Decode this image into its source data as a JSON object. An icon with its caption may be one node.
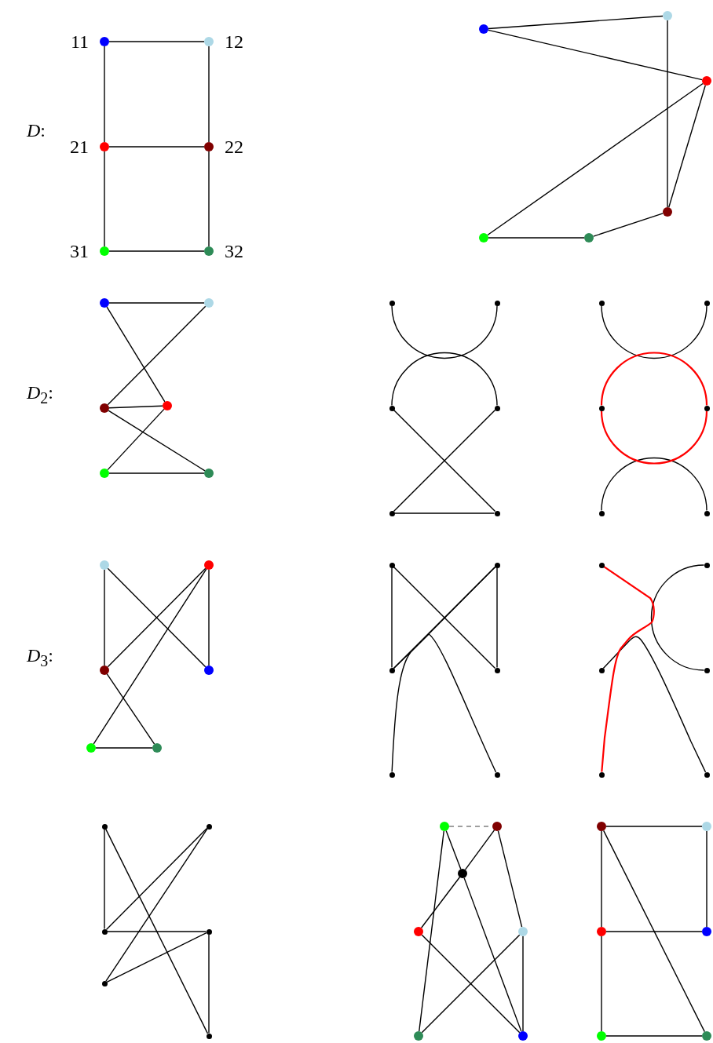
{
  "diagram": {
    "nodes": [
      {
        "text": [],
        "shape": "circle",
        "beside": [
          "11"
        ]
      },
      {
        "text": [],
        "shape": "circle",
        "beside": [
          "12"
        ]
      },
      {
        "text": [],
        "shape": "circle",
        "beside": [
          "21"
        ]
      },
      {
        "text": [],
        "shape": "circle",
        "beside": [
          "22"
        ]
      },
      {
        "text": [],
        "shape": "circle",
        "beside": [
          "31"
        ]
      },
      {
        "text": [],
        "shape": "circle",
        "beside": [
          "32"
        ]
      },
      {
        "text": [],
        "shape": "circle"
      },
      {
        "text": [],
        "shape": "circle"
      },
      {
        "text": [],
        "shape": "circle"
      },
      {
        "text": [],
        "shape": "circle"
      },
      {
        "text": [],
        "shape": "circle"
      },
      {
        "text": [],
        "shape": "circle"
      },
      {
        "text": [],
        "shape": "circle"
      },
      {
        "text": [],
        "shape": "circle"
      },
      {
        "text": [],
        "shape": "circle"
      },
      {
        "text": [],
        "shape": "circle"
      },
      {
        "text": [],
        "shape": "circle"
      },
      {
        "text": [],
        "shape": "circle"
      },
      {
        "text": [],
        "shape": "circle"
      },
      {
        "text": [],
        "shape": "circle"
      },
      {
        "text": [],
        "shape": "circle"
      },
      {
        "text": [],
        "shape": "circle"
      },
      {
        "text": [],
        "shape": "circle"
      },
      {
        "text": [],
        "shape": "circle"
      },
      {
        "text": [],
        "shape": "circle"
      },
      {
        "text": [],
        "shape": "circle"
      },
      {
        "text": [],
        "shape": "circle"
      },
      {
        "text": [],
        "shape": "circle"
      },
      {
        "text": [],
        "shape": "circle"
      },
      {
        "text": [],
        "shape": "circle"
      },
      {
        "text": [],
        "shape": "circle"
      },
      {
        "text": [],
        "shape": "circle"
      },
      {
        "text": [],
        "shape": "circle"
      },
      {
        "text": [],
        "shape": "circle"
      },
      {
        "text": [],
        "shape": "circle"
      },
      {
        "text": [],
        "shape": "circle"
      },
      {
        "text": [],
        "shape": "circle"
      },
      {
        "text": [],
        "shape": "circle"
      },
      {
        "text": [],
        "shape": "circle"
      },
      {
        "text": [],
        "shape": "circle"
      },
      {
        "text": [],
        "shape": "circle"
      },
      {
        "text": [],
        "shape": "circle"
      },
      {
        "text": [],
        "shape": "circle"
      },
      {
        "text": [],
        "shape": "circle"
      },
      {
        "text": [],
        "shape": "circle"
      },
      {
        "text": [],
        "shape": "circle"
      },
      {
        "text": [],
        "shape": "circle"
      },
      {
        "text": [],
        "shape": "circle"
      },
      {
        "text": [],
        "shape": "circle"
      },
      {
        "text": [],
        "shape": "circle"
      },
      {
        "text": [],
        "shape": "circle"
      },
      {
        "text": [],
        "shape": "circle"
      },
      {
        "text": [],
        "shape": "circle"
      },
      {
        "text": [],
        "shape": "circle"
      },
      {
        "text": [],
        "shape": "circle"
      },
      {
        "text": [],
        "shape": "circle"
      },
      {
        "text": [],
        "shape": "circle"
      },
      {
        "text": [],
        "shape": "circle"
      },
      {
        "text": [],
        "shape": "circle"
      },
      {
        "text": [],
        "shape": "circle"
      },
      {
        "text": [],
        "shape": "circle"
      },
      {
        "text": [],
        "shape": "circle"
      },
      {
        "text": [],
        "shape": "circle"
      },
      {
        "text": [],
        "shape": "circle"
      },
      {
        "text": [],
        "shape": "circle"
      },
      {
        "text": [],
        "shape": "circle"
      },
      {
        "text": [],
        "shape": "circle"
      }
    ],
    "edges": [
      {
        "from": 0,
        "to": 1,
        "arrow": "none"
      },
      {
        "from": 0,
        "to": 2,
        "arrow": "none"
      },
      {
        "from": 1,
        "to": 3,
        "arrow": "none"
      },
      {
        "from": 2,
        "to": 3,
        "arrow": "none"
      },
      {
        "from": 2,
        "to": 4,
        "arrow": "none"
      },
      {
        "from": 3,
        "to": 5,
        "arrow": "none"
      },
      {
        "from": 4,
        "to": 5,
        "arrow": "none"
      },
      {
        "from": 7,
        "to": 6,
        "arrow": "none"
      },
      {
        "from": 7,
        "to": 8,
        "arrow": "none"
      },
      {
        "from": 6,
        "to": 9,
        "arrow": "none"
      },
      {
        "from": 8,
        "to": 10,
        "arrow": "none"
      },
      {
        "from": 8,
        "to": 9,
        "arrow": "none"
      },
      {
        "from": 10,
        "to": 11,
        "arrow": "none"
      },
      {
        "from": 11,
        "to": 9,
        "arrow": "none"
      },
      {
        "from": 12,
        "to": 13,
        "arrow": "none"
      },
      {
        "from": 12,
        "to": 14,
        "arrow": "none"
      },
      {
        "from": 13,
        "to": 15,
        "arrow": "none"
      },
      {
        "from": 15,
        "to": 14,
        "arrow": "none"
      },
      {
        "from": 15,
        "to": 17,
        "arrow": "none"
      },
      {
        "from": 14,
        "to": 16,
        "arrow": "none"
      },
      {
        "from": 16,
        "to": 17,
        "arrow": "none"
      },
      {
        "from": 18,
        "to": 19,
        "arrow": "none"
      },
      {
        "from": 20,
        "to": 21,
        "arrow": "none"
      },
      {
        "from": 20,
        "to": 23,
        "arrow": "none"
      },
      {
        "from": 21,
        "to": 22,
        "arrow": "none"
      },
      {
        "from": 22,
        "to": 23,
        "arrow": "none"
      },
      {
        "from": 24,
        "to": 25,
        "arrow": "none"
      },
      {
        "from": 26,
        "to": 27,
        "arrow": "none",
        "color": "#ff0000"
      },
      {
        "from": 26,
        "to": 27,
        "arrow": "none",
        "color": "#ff0000"
      },
      {
        "from": 28,
        "to": 29,
        "arrow": "none"
      },
      {
        "from": 30,
        "to": 32,
        "arrow": "none"
      },
      {
        "from": 30,
        "to": 33,
        "arrow": "none"
      },
      {
        "from": 31,
        "to": 32,
        "arrow": "none"
      },
      {
        "from": 31,
        "to": 34,
        "arrow": "none"
      },
      {
        "from": 31,
        "to": 33,
        "arrow": "none"
      },
      {
        "from": 32,
        "to": 35,
        "arrow": "none"
      },
      {
        "from": 34,
        "to": 35,
        "arrow": "none"
      },
      {
        "from": 36,
        "to": 38,
        "arrow": "none"
      },
      {
        "from": 36,
        "to": 39,
        "arrow": "none"
      },
      {
        "from": 37,
        "to": 39,
        "arrow": "none"
      },
      {
        "from": 37,
        "to": 38,
        "arrow": "none"
      },
      {
        "from": 40,
        "to": 37,
        "arrow": "none"
      },
      {
        "from": 41,
        "to": 38,
        "arrow": "none"
      },
      {
        "from": 42,
        "to": 46,
        "arrow": "none",
        "color": "#ff0000"
      },
      {
        "from": 44,
        "to": 47,
        "arrow": "none"
      },
      {
        "from": 43,
        "to": 45,
        "arrow": "none"
      },
      {
        "from": 48,
        "to": 50,
        "arrow": "none"
      },
      {
        "from": 48,
        "to": 53,
        "arrow": "none"
      },
      {
        "from": 49,
        "to": 50,
        "arrow": "none"
      },
      {
        "from": 49,
        "to": 52,
        "arrow": "none"
      },
      {
        "from": 50,
        "to": 51,
        "arrow": "none"
      },
      {
        "from": 51,
        "to": 52,
        "arrow": "none"
      },
      {
        "from": 51,
        "to": 53,
        "arrow": "none"
      },
      {
        "from": 54,
        "to": 55,
        "arrow": "none",
        "style": "dashed",
        "color": "#808080"
      },
      {
        "from": 54,
        "to": 59,
        "arrow": "none"
      },
      {
        "from": 54,
        "to": 56,
        "arrow": "none"
      },
      {
        "from": 56,
        "to": 60,
        "arrow": "none"
      },
      {
        "from": 55,
        "to": 56,
        "arrow": "none"
      },
      {
        "from": 56,
        "to": 57,
        "arrow": "none"
      },
      {
        "from": 55,
        "to": 58,
        "arrow": "none"
      },
      {
        "from": 58,
        "to": 60,
        "arrow": "none"
      },
      {
        "from": 58,
        "to": 59,
        "arrow": "none"
      },
      {
        "from": 57,
        "to": 60,
        "arrow": "none"
      },
      {
        "from": 61,
        "to": 62,
        "arrow": "none"
      },
      {
        "from": 62,
        "to": 64,
        "arrow": "none"
      },
      {
        "from": 61,
        "to": 63,
        "arrow": "none"
      },
      {
        "from": 63,
        "to": 64,
        "arrow": "none"
      },
      {
        "from": 63,
        "to": 65,
        "arrow": "none"
      },
      {
        "from": 65,
        "to": 66,
        "arrow": "none"
      },
      {
        "from": 61,
        "to": 66,
        "arrow": "none"
      }
    ],
    "labels": [
      "*D*:",
      "*D*$_{2}$:",
      "*D*$_{3}$:"
    ]
  }
}
